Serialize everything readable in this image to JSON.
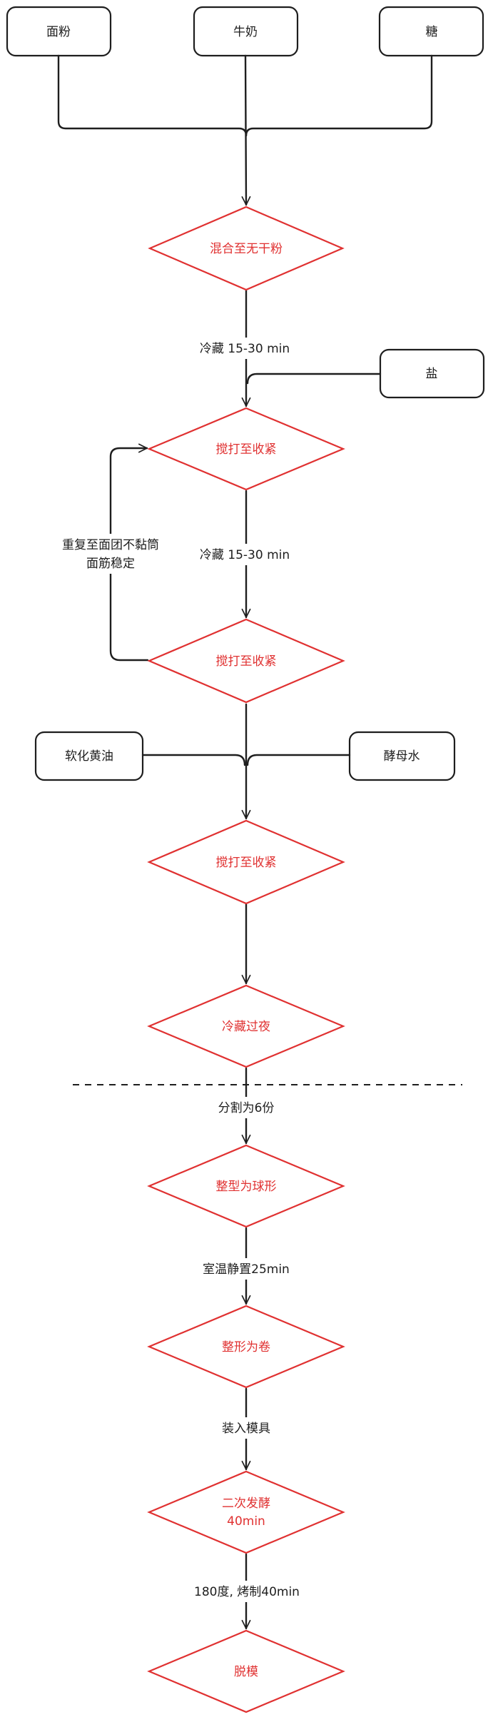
{
  "inputs": {
    "flour": "面粉",
    "milk": "牛奶",
    "sugar": "糖",
    "salt": "盐",
    "butter": "软化黄油",
    "yeast_water": "酵母水"
  },
  "steps": {
    "mix": "混合至无干粉",
    "knead1": "搅打至收紧",
    "knead2": "搅打至收紧",
    "knead3": "搅打至收紧",
    "chill": "冷藏过夜",
    "ball": "整型为球形",
    "roll": "整形为卷",
    "proof_line1": "二次发酵",
    "proof_line2": "40min",
    "demold": "脱模"
  },
  "edge_labels": {
    "chill1": "冷藏 15-30 min",
    "chill2": "冷藏 15-30 min",
    "loop_line1": "重复至面团不黏筒",
    "loop_line2": "面筋稳定",
    "divide": "分割为6份",
    "rest": "室温静置25min",
    "mold": "装入模具",
    "bake": "180度, 烤制40min"
  },
  "colors": {
    "process_stroke": "#e03131",
    "ink": "#1e1e1e"
  }
}
